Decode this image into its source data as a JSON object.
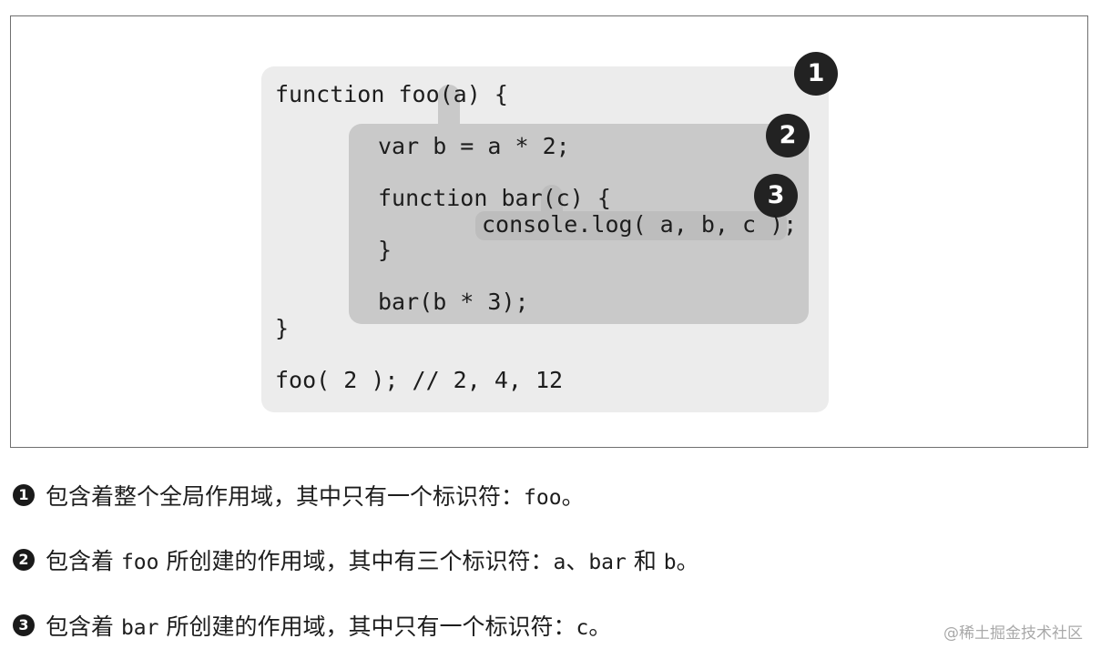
{
  "figure": {
    "badges": [
      "1",
      "2",
      "3"
    ],
    "code_lines": [
      "function foo(a) {",
      "var b = a * 2;",
      "function bar(c) {",
      "console.log( a, b, c );",
      "}",
      "bar(b * 3);",
      "}",
      "foo( 2 ); // 2, 4, 12"
    ]
  },
  "notes": [
    {
      "marker": "1",
      "text_before": "包含着整个全局作用域，其中只有一个标识符：",
      "id_1": "foo",
      "text_after": "。"
    },
    {
      "marker": "2",
      "text_before": "包含着 ",
      "id_1": "foo",
      "text_mid_1": " 所创建的作用域，其中有三个标识符：",
      "id_2": "a",
      "text_mid_2": "、",
      "id_3": "bar",
      "text_mid_3": " 和 ",
      "id_4": "b",
      "text_after": "。"
    },
    {
      "marker": "3",
      "text_before": "包含着 ",
      "id_1": "bar",
      "text_mid_1": " 所创建的作用域，其中只有一个标识符：",
      "id_2": "c",
      "text_after": "。"
    }
  ],
  "watermark": "@稀土掘金技术社区"
}
